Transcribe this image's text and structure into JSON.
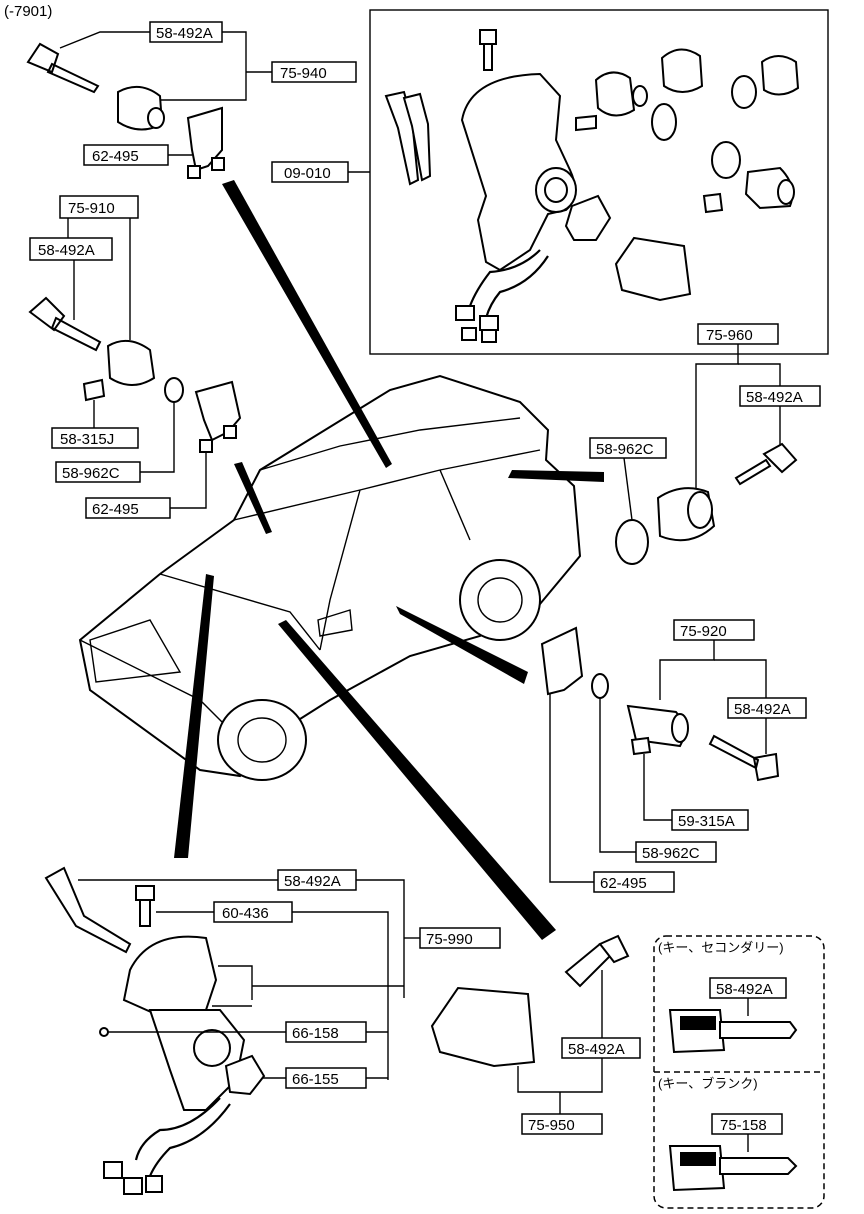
{
  "header": {
    "range_label": "(-7901)"
  },
  "part_labels": {
    "top_key": "58-492A",
    "top_set": "75-940",
    "top_clip": "62-495",
    "steering_box_set": "09-010",
    "left_set": "75-910",
    "left_key": "58-492A",
    "left_pin": "58-315J",
    "left_ring": "58-962C",
    "left_clip": "62-495",
    "right_set": "75-960",
    "right_key": "58-492A",
    "right_ring": "58-962C",
    "door_set": "75-920",
    "door_key": "58-492A",
    "door_pin": "59-315A",
    "door_ring": "58-962C",
    "door_clip": "62-495",
    "ign_key": "58-492A",
    "ign_screw": "60-436",
    "ign_set": "75-990",
    "ign_clip": "66-158",
    "ign_switch": "66-155",
    "glove_key": "58-492A",
    "glove_set": "75-950"
  },
  "inset": {
    "secondary_title": "(キー、セコンダリー)",
    "secondary_part": "58-492A",
    "blank_title": "(キー、ブランク)",
    "blank_part": "75-158"
  }
}
